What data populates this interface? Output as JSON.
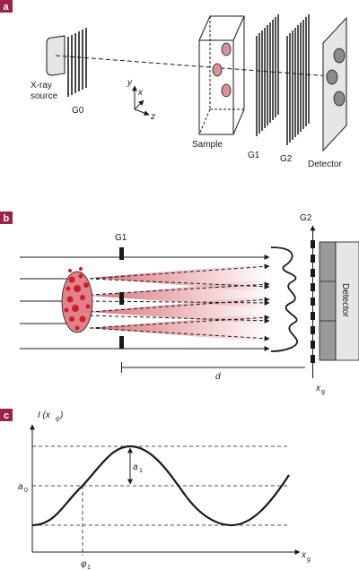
{
  "panel_a": {
    "badge": "a",
    "source_label_1": "X-ray",
    "source_label_2": "source",
    "g0_label": "G0",
    "axis_y": "y",
    "axis_x": "x",
    "axis_z": "z",
    "sample_label": "Sample",
    "g1_label": "G1",
    "g2_label": "G2",
    "detector_label": "Detector"
  },
  "panel_b": {
    "badge": "b",
    "g1_label": "G1",
    "g2_label": "G2",
    "distance_label": "d",
    "xg_label": "x",
    "xg_sub": "g",
    "detector_label": "Detector"
  },
  "panel_c": {
    "badge": "c",
    "y_label": "I",
    "y_label_open": " (x",
    "y_label_sub": "g",
    "y_label_close": ")",
    "x_label": "x",
    "x_label_sub": "g",
    "a0_label": "a",
    "a0_sub": "0",
    "a1_label": "a",
    "a1_sub": "1",
    "phi_label": "φ",
    "phi_sub": "1"
  },
  "colors": {
    "badge": "#9b2348",
    "sample_feature": "#d9919b",
    "red_scatter": "#c8202a",
    "detector_fill": "#e6e6e6",
    "g2_fill": "#808080"
  }
}
